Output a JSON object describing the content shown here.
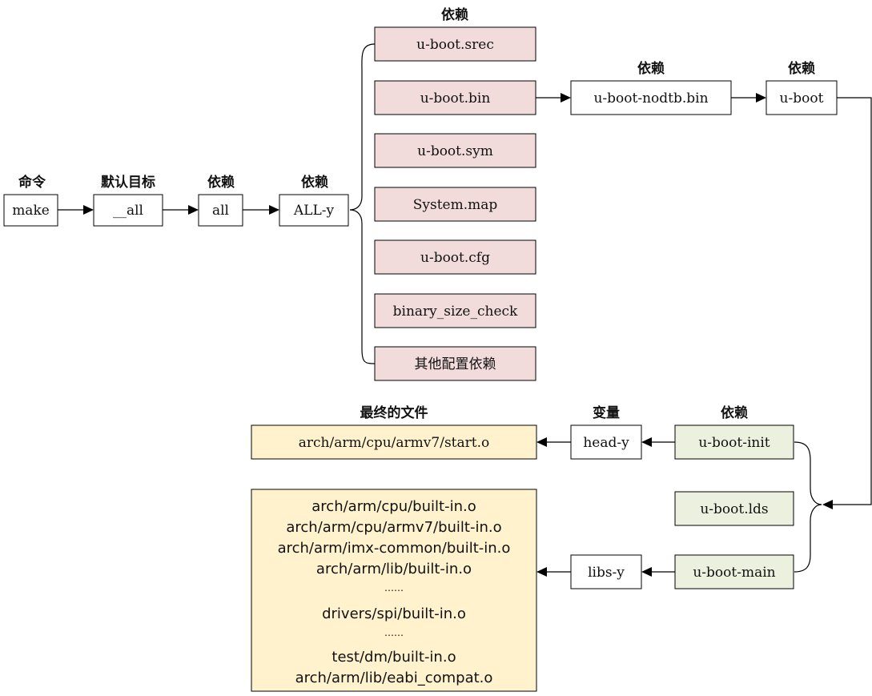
{
  "colors": {
    "pink": "#f2dcdb",
    "green": "#ebf1de",
    "yellow": "#fff2cc",
    "white": "#ffffff",
    "line": "#000000"
  },
  "labels": {
    "command": "命令",
    "default_target": "默认目标",
    "dep_all": "依赖",
    "dep_ally": "依赖",
    "dep_top": "依赖",
    "dep_nodtb": "依赖",
    "dep_uboot": "依赖",
    "final_files": "最终的文件",
    "variable": "变量",
    "dep_init": "依赖"
  },
  "nodes": {
    "make": "make",
    "all_target": "__all",
    "all": "all",
    "ally": "ALL-y",
    "srec": "u-boot.srec",
    "bin": "u-boot.bin",
    "sym": "u-boot.sym",
    "sysmap": "System.map",
    "cfg": "u-boot.cfg",
    "sizecheck": "binary_size_check",
    "other": "其他配置依赖",
    "nodtb": "u-boot-nodtb.bin",
    "uboot": "u-boot",
    "init": "u-boot-init",
    "lds": "u-boot.lds",
    "main": "u-boot-main",
    "heady": "head-y",
    "libsy": "libs-y",
    "start": "arch/arm/cpu/armv7/start.o"
  },
  "libs_files": [
    "arch/arm/cpu/built-in.o",
    "arch/arm/cpu/armv7/built-in.o",
    "arch/arm/imx-common/built-in.o",
    "arch/arm/lib/built-in.o",
    "……",
    "drivers/spi/built-in.o",
    "……",
    "test/dm/built-in.o",
    "arch/arm/lib/eabi_compat.o"
  ]
}
